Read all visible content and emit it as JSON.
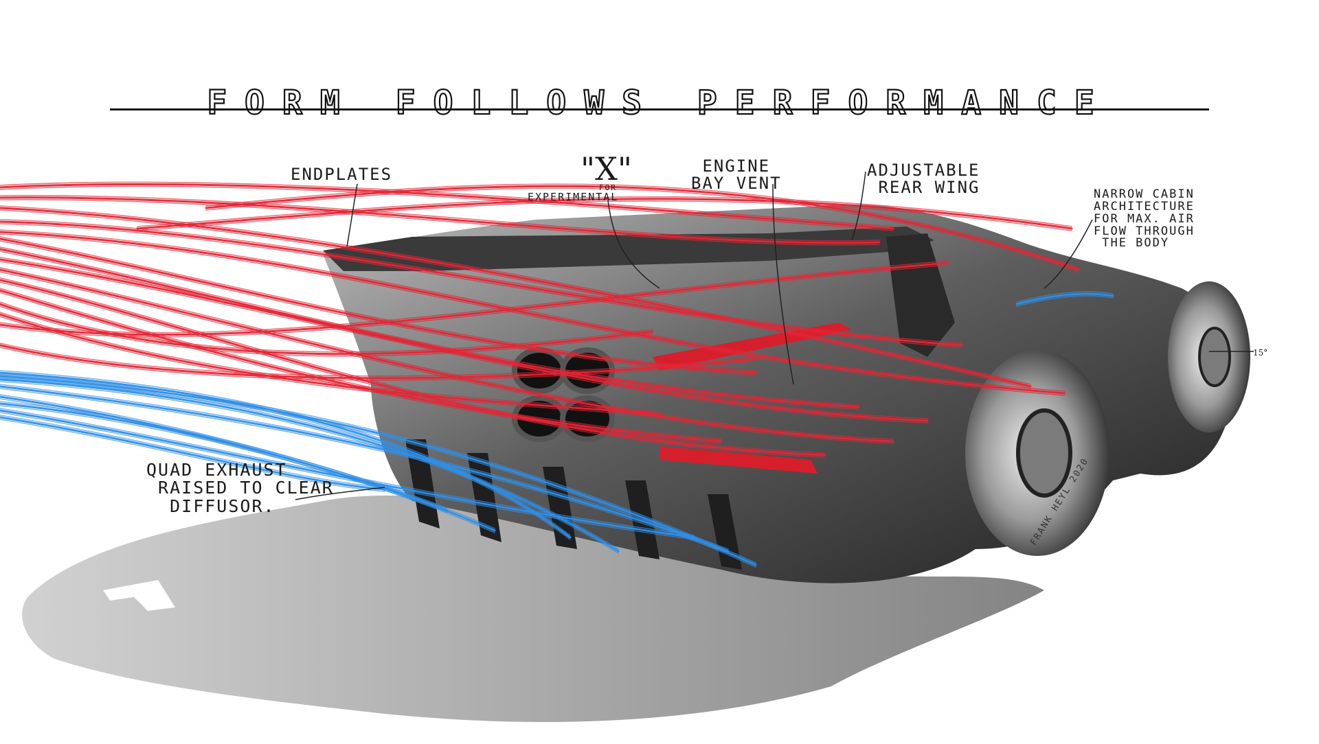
{
  "title": "FORM FOLLOWS PERFORMANCE",
  "callouts": {
    "endplates": "ENDPLATES",
    "x_mark": "\"X\"",
    "x_for": "FOR",
    "x_experimental": "EXPERIMENTAL",
    "engine_vent": "ENGINE\nBAY VENT",
    "rear_wing": "ADJUSTABLE\n REAR WING",
    "narrow_cabin": "NARROW CABIN\nARCHITECTURE\nFOR MAX. AIR\nFLOW THROUGH\n THE BODY",
    "quad_exhaust": "QUAD EXHAUST\n RAISED TO CLEAR\n  DIFFUSOR.",
    "angle": "15°",
    "signature": "FRANK HEYL 2020"
  },
  "colors": {
    "background": "#ffffff",
    "ink": "#111111",
    "airflow_hot": "#e32636",
    "airflow_cool": "#2f8fe6",
    "body_dark": "#2b2b2b",
    "body_mid": "#7a7a7a",
    "shadow": "#8c8c8c"
  }
}
